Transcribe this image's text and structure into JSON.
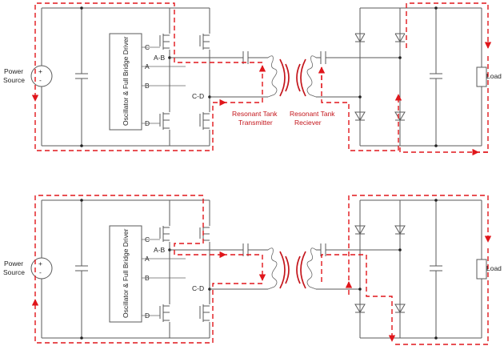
{
  "labels": {
    "power_source_line1": "Power",
    "power_source_line2": "Source",
    "plus": "+",
    "minus": "-",
    "driver": "Oscillator & Full Bridge Driver",
    "pin_c": "C",
    "pin_a": "A",
    "pin_b": "B",
    "pin_d": "D",
    "node_ab": "A-B",
    "node_cd": "C-D",
    "load": "Load",
    "transmitter_line1": "Resonant Tank",
    "transmitter_line2": "Transmitter",
    "receiver_line1": "Resonant Tank",
    "receiver_line2": "Reciever"
  },
  "colors": {
    "wire": "#5a5a5a",
    "current_flow": "#e0161b",
    "field": "#c4161c"
  }
}
